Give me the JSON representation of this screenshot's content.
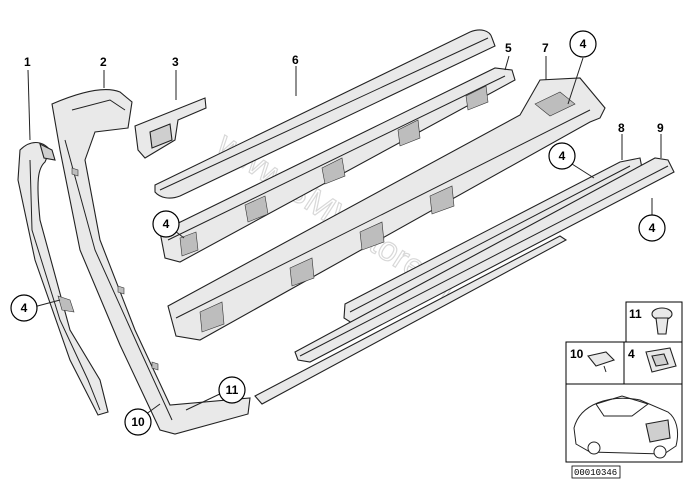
{
  "callouts": {
    "c1": "1",
    "c2": "2",
    "c3": "3",
    "c4": "4",
    "c5": "5",
    "c6": "6",
    "c7": "7",
    "c8": "8",
    "c9": "9"
  },
  "circled": {
    "a": "4",
    "b": "4",
    "c": "4",
    "d": "4",
    "e": "4",
    "f": "11",
    "g": "10"
  },
  "legend": {
    "l11": "11",
    "l10": "10",
    "l4": "4"
  },
  "watermark": "www.BMWstore.pl",
  "doc_number": "00010346"
}
